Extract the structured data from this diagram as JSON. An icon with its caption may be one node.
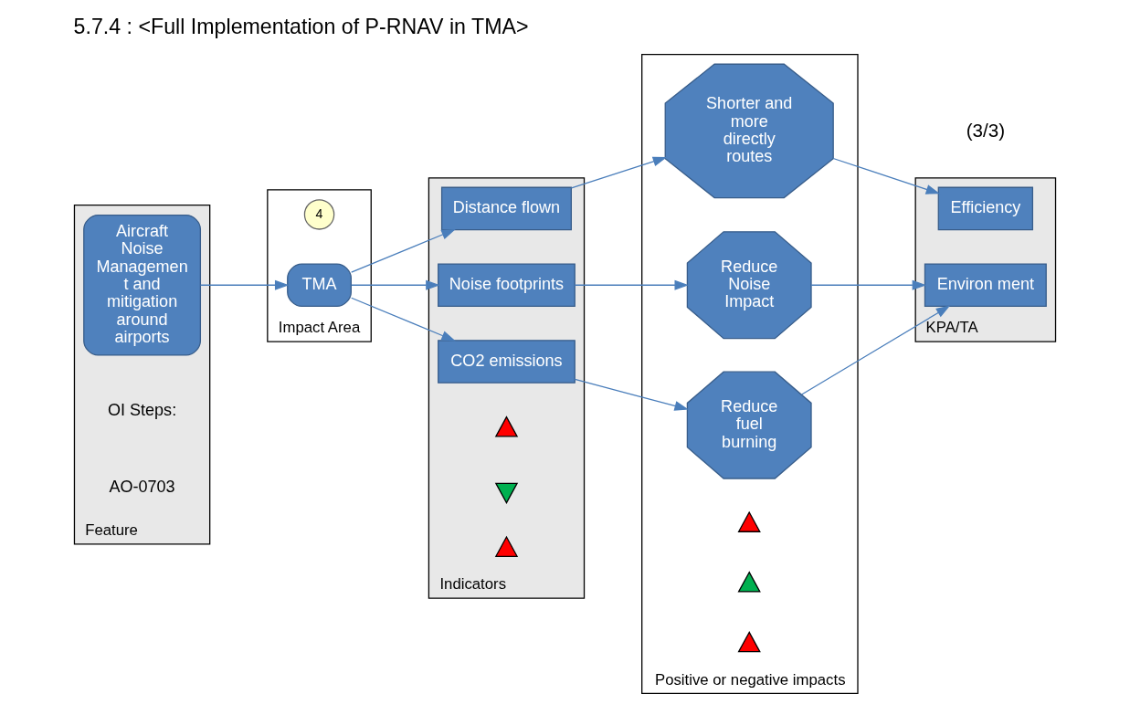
{
  "diagram": {
    "title": "5.7.4 : <Full Implementation of P-RNAV in TMA>",
    "nodes": [
      {
        "text": [
          "Feature"
        ]
      },
      {
        "text": [
          "Aircraft Noise Managemen t and mitigation around airports"
        ],
        "in": 0
      },
      {
        "text": [
          "Impact Area"
        ]
      },
      {
        "text": [
          "4"
        ],
        "in": 2
      },
      {
        "text": [
          "TMA"
        ],
        "in": 2
      },
      {
        "text": [
          "Indicators"
        ]
      },
      {
        "text": [
          "Distance flown"
        ],
        "in": 5
      },
      {
        "text": [
          "Noise footprints"
        ],
        "in": 5
      },
      {
        "text": [
          "CO2 emissions"
        ],
        "in": 5
      },
      {
        "text": [
          "Positive or negative impacts"
        ]
      },
      {
        "text": [
          "Shorter and more directly routes"
        ],
        "in": 9
      },
      {
        "text": [
          "Reduce Noise Impact"
        ],
        "in": 9
      },
      {
        "text": [
          "Reduce fuel burning"
        ],
        "in": 9
      },
      {
        "text": [
          "KPA/TA"
        ]
      },
      {
        "text": [
          "Efficiency"
        ],
        "in": 13
      },
      {
        "text": [
          "Environ ment"
        ],
        "in": 13
      },
      {
        "text": [],
        "shape": "arrow",
        "in": 5
      },
      {
        "text": [],
        "shape": "arrow",
        "in": 5
      },
      {
        "text": [],
        "shape": "arrow",
        "in": 5
      },
      {
        "text": [],
        "shape": "arrow",
        "in": 9
      },
      {
        "text": [],
        "shape": "arrow",
        "in": 9
      },
      {
        "text": [],
        "shape": "arrow",
        "in": 9
      }
    ],
    "edges": [
      {
        "from": 1,
        "to": 4,
        "arrow": "to"
      },
      {
        "from": 4,
        "to": 6,
        "arrow": "to"
      },
      {
        "from": 4,
        "to": 7,
        "arrow": "to"
      },
      {
        "from": 4,
        "to": 8,
        "arrow": "to"
      },
      {
        "from": 6,
        "to": 10,
        "arrow": "to"
      },
      {
        "from": 7,
        "to": 11,
        "arrow": "to"
      },
      {
        "from": 8,
        "to": 12,
        "arrow": "to"
      },
      {
        "from": 10,
        "to": 14,
        "arrow": "to"
      },
      {
        "from": 11,
        "to": 15,
        "arrow": "to"
      },
      {
        "from": 12,
        "to": 15,
        "arrow": "to"
      }
    ],
    "labels": [
      "(3/3)",
      "OI Steps:",
      "AO-0703"
    ]
  }
}
